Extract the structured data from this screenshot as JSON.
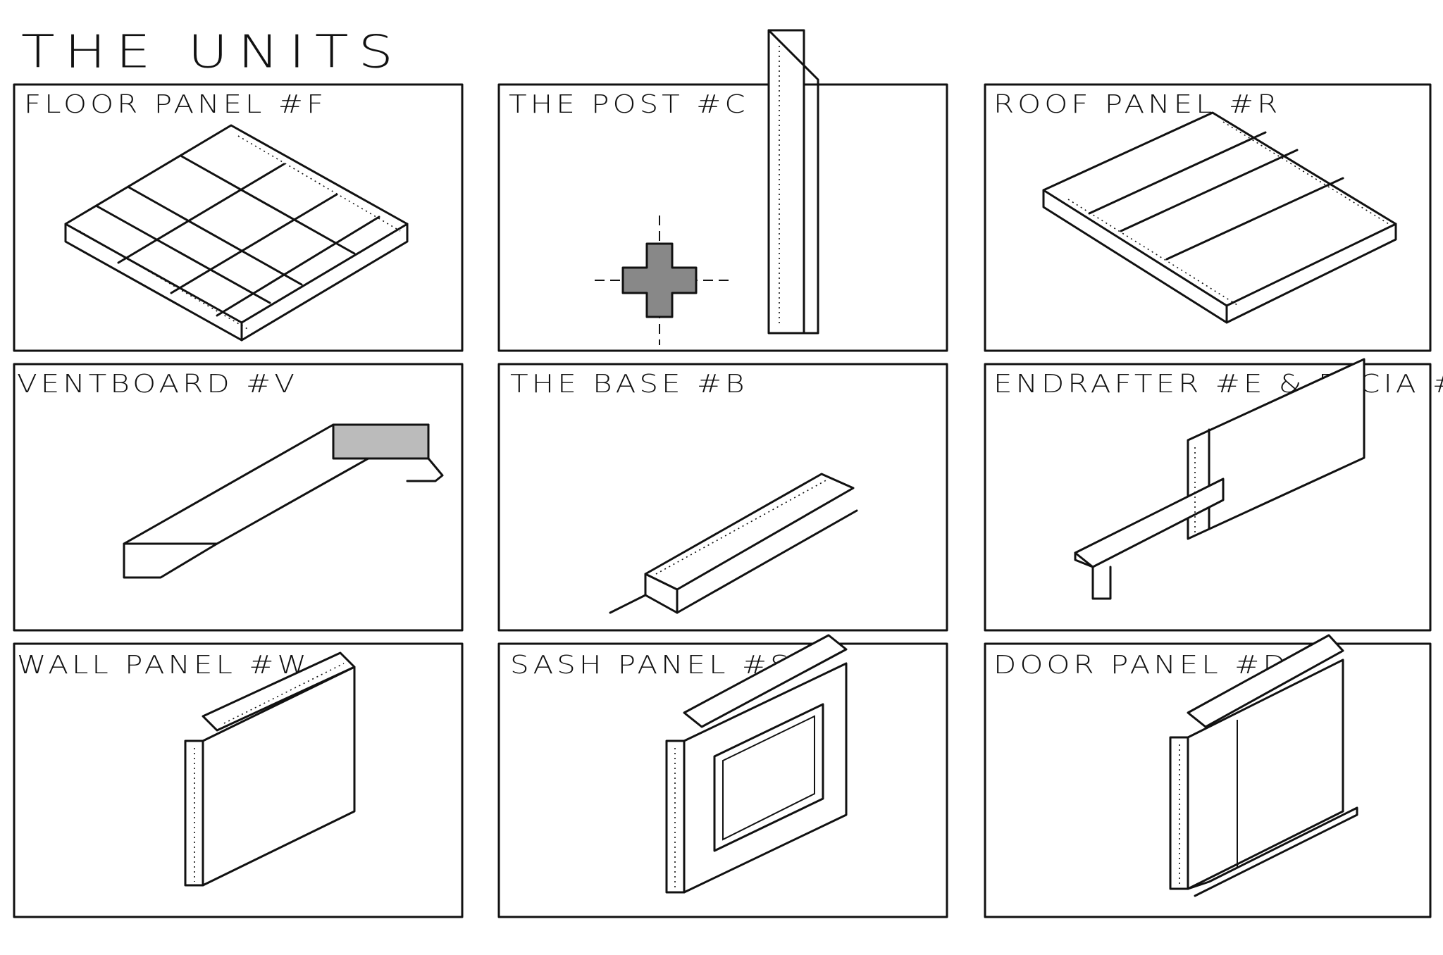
{
  "sheet": {
    "title": "THE UNITS"
  },
  "panels": [
    {
      "label": "FLOOR PANEL #F"
    },
    {
      "label": "THE POST #C"
    },
    {
      "label": "ROOF PANEL #R"
    },
    {
      "label": "VENTBOARD #V"
    },
    {
      "label": "THE BASE #B"
    },
    {
      "label": "ENDRAFTER #E & FACIA #F"
    },
    {
      "label": "WALL PANEL #W"
    },
    {
      "label": "SASH PANEL #S"
    },
    {
      "label": "DOOR PANEL #D"
    }
  ]
}
